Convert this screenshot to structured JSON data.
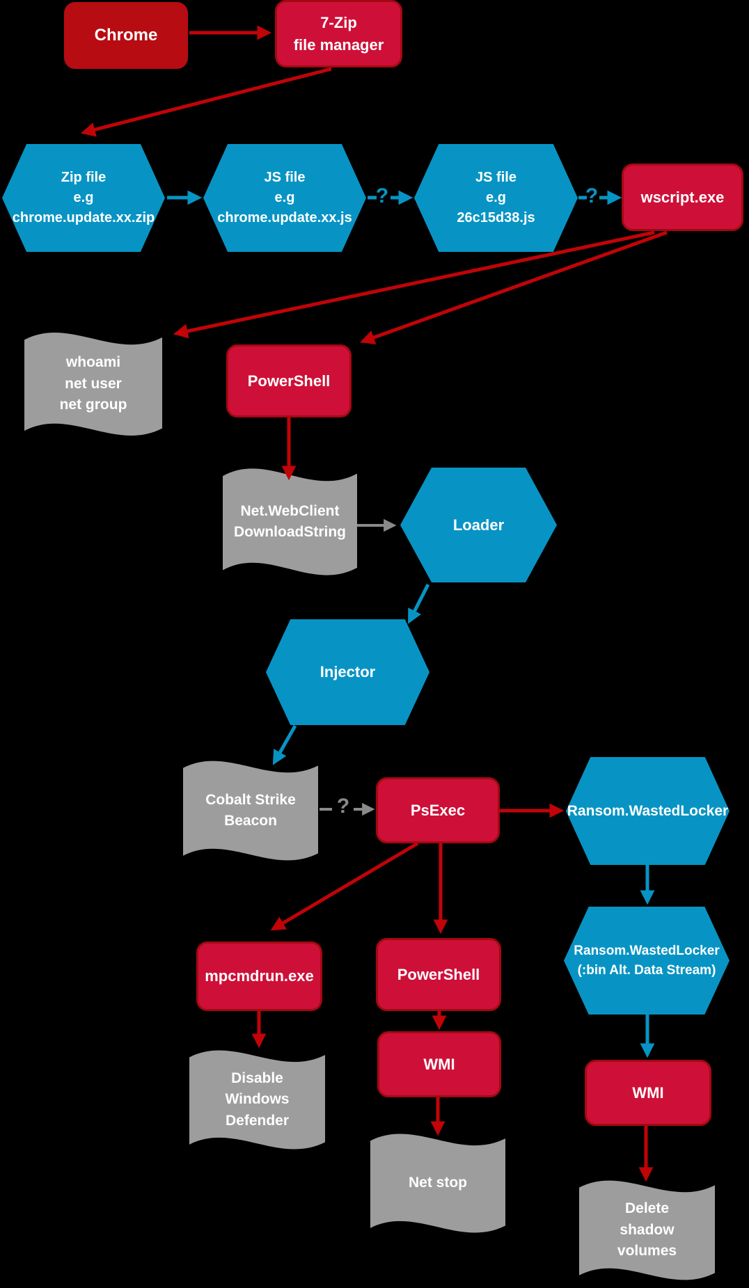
{
  "diagram": {
    "description": "WastedLocker ransomware attack chain flow diagram",
    "colors": {
      "background": "#000000",
      "dark_red_box": "#B70C12",
      "crimson_box": "#CE1038",
      "crimson_border": "#A30911",
      "blue_hexagon": "#0794C4",
      "gray_flag": "#9D9D9D",
      "red_arrow": "#C00408",
      "blue_arrow": "#0794C4",
      "gray_arrow": "#8A8A8A",
      "text": "#FFFFFF"
    },
    "nodes": {
      "chrome": {
        "label": "Chrome"
      },
      "sevenzip": {
        "lines": [
          "7-Zip",
          "file manager"
        ]
      },
      "hex_zip": {
        "lines": [
          "Zip file",
          "e.g",
          "chrome.update.xx.zip"
        ]
      },
      "hex_js1": {
        "lines": [
          "JS file",
          "e.g",
          "chrome.update.xx.js"
        ]
      },
      "hex_js2": {
        "lines": [
          "JS file",
          "e.g",
          "26c15d38.js"
        ]
      },
      "wscript": {
        "label": "wscript.exe"
      },
      "flag_whoami": {
        "lines": [
          "whoami",
          "net user",
          "net group"
        ]
      },
      "powershell1": {
        "label": "PowerShell"
      },
      "flag_webclient": {
        "lines": [
          "Net.WebClient",
          "DownloadString"
        ]
      },
      "hex_loader": {
        "label": "Loader"
      },
      "hex_injector": {
        "label": "Injector"
      },
      "flag_cobalt": {
        "lines": [
          "Cobalt Strike",
          "Beacon"
        ]
      },
      "psexec": {
        "label": "PsExec"
      },
      "hex_ransom1": {
        "label": "Ransom.WastedLocker"
      },
      "hex_ransom2": {
        "lines": [
          "Ransom.WastedLocker",
          "(:bin Alt. Data Stream)"
        ]
      },
      "mpcmdrun": {
        "label": "mpcmdrun.exe"
      },
      "powershell2": {
        "label": "PowerShell"
      },
      "wmi_mid": {
        "label": "WMI"
      },
      "wmi_right": {
        "label": "WMI"
      },
      "flag_defender": {
        "lines": [
          "Disable",
          "Windows",
          "Defender"
        ]
      },
      "flag_netstop": {
        "label": "Net stop"
      },
      "flag_shadow": {
        "lines": [
          "Delete",
          "shadow",
          "volumes"
        ]
      }
    },
    "connector_labels": {
      "q1": "?",
      "q2": "?",
      "q3": "?"
    }
  }
}
